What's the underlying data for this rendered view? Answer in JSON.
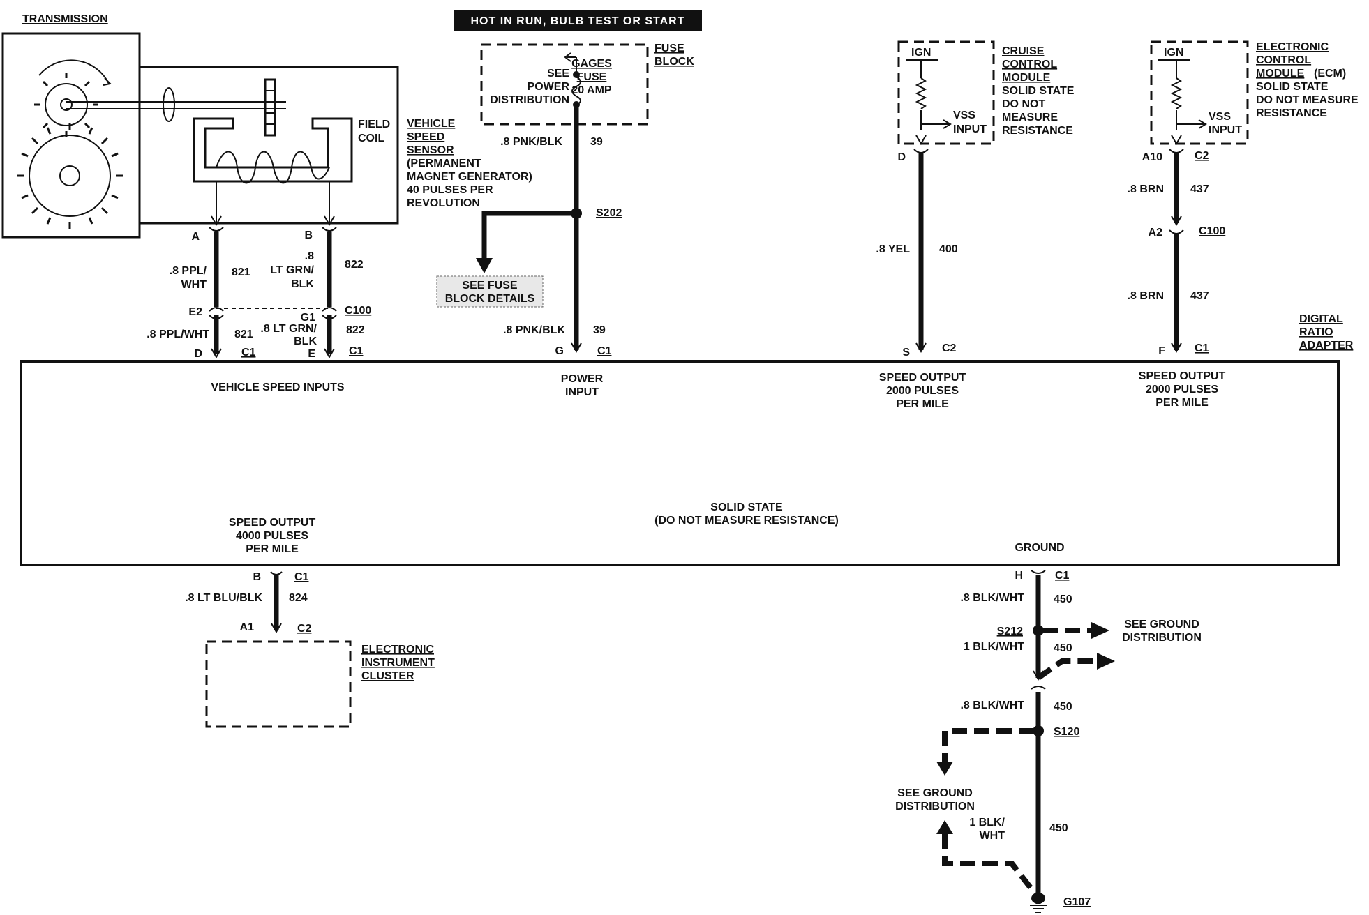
{
  "labels": {
    "transmission": "TRANSMISSION",
    "hot_in_run": "HOT IN RUN, BULB TEST OR START",
    "fuse_block_1": "FUSE",
    "fuse_block_2": "BLOCK",
    "gages_1": "GAGES",
    "gages_2": "FUSE",
    "gages_3": "20 AMP",
    "see_power_1": "SEE",
    "see_power_2": "POWER",
    "see_power_3": "DISTRIBUTION",
    "field_coil_1": "FIELD",
    "field_coil_2": "COIL",
    "vss_1": "VEHICLE",
    "vss_2": "SPEED",
    "vss_3": "SENSOR",
    "vss_4": "(PERMANENT",
    "vss_5": "MAGNET GENERATOR)",
    "vss_6": "40 PULSES PER",
    "vss_7": "REVOLUTION",
    "cruise_1": "CRUISE",
    "cruise_2": "CONTROL",
    "cruise_3": "MODULE",
    "cruise_4": "SOLID STATE",
    "cruise_5": "DO NOT",
    "cruise_6": "MEASURE",
    "cruise_7": "RESISTANCE",
    "ecm_1": "ELECTRONIC",
    "ecm_2": "CONTROL",
    "ecm_3a": "MODULE",
    "ecm_3b": "(ECM)",
    "ecm_4": "SOLID STATE",
    "ecm_5": "DO NOT MEASURE",
    "ecm_6": "RESISTANCE",
    "ign_1": "IGN",
    "ign_2": "IGN",
    "vss_in_1a": "VSS",
    "vss_in_1b": "INPUT",
    "vss_in_2a": "VSS",
    "vss_in_2b": "INPUT",
    "dra_1": "DIGITAL",
    "dra_2": "RATIO",
    "dra_3": "ADAPTER",
    "vsi": "VEHICLE SPEED INPUTS",
    "power_input_1": "POWER",
    "power_input_2": "INPUT",
    "so2000a_1": "SPEED OUTPUT",
    "so2000a_2": "2000 PULSES",
    "so2000a_3": "PER MILE",
    "so2000b_1": "SPEED OUTPUT",
    "so2000b_2": "2000 PULSES",
    "so2000b_3": "PER MILE",
    "so4000_1": "SPEED OUTPUT",
    "so4000_2": "4000 PULSES",
    "so4000_3": "PER MILE",
    "solid_state_1": "SOLID STATE",
    "solid_state_2": "(DO NOT MEASURE RESISTANCE)",
    "ground": "GROUND",
    "see_fuse_1": "SEE FUSE",
    "see_fuse_2": "BLOCK DETAILS",
    "eic_1": "ELECTRONIC",
    "eic_2": "INSTRUMENT",
    "eic_3": "CLUSTER",
    "see_ground_a1": "SEE GROUND",
    "see_ground_a2": "DISTRIBUTION",
    "see_ground_b1": "SEE GROUND",
    "see_ground_b2": "DISTRIBUTION"
  },
  "wires": {
    "w821_color_1": ".8 PPL/",
    "w821_color_2": "WHT",
    "w821_num": "821",
    "w822_color_1": ".8",
    "w822_color_2": "LT GRN/",
    "w822_color_3": "BLK",
    "w822_num": "822",
    "w821b_color": ".8 PPL/WHT",
    "w821b_num": "821",
    "w822b_color_1": ".8 LT GRN/",
    "w822b_color_2": "BLK",
    "w822b_num": "822",
    "w39a_color": ".8 PNK/BLK",
    "w39a_num": "39",
    "w39b_color": ".8 PNK/BLK",
    "w39b_num": "39",
    "w400_color": ".8 YEL",
    "w400_num": "400",
    "w437a_color": ".8 BRN",
    "w437a_num": "437",
    "w437b_color": ".8 BRN",
    "w437b_num": "437",
    "w824_color": ".8 LT BLU/BLK",
    "w824_num": "824",
    "w450a_color": ".8 BLK/WHT",
    "w450a_num": "450",
    "w450b_color": "1 BLK/WHT",
    "w450b_num": "450",
    "w450c_color": ".8 BLK/WHT",
    "w450c_num": "450",
    "w450d_color_1": "1 BLK/",
    "w450d_color_2": "WHT",
    "w450d_num": "450"
  },
  "connectors": {
    "pin_a": "A",
    "pin_b": "B",
    "pin_e2": "E2",
    "pin_g1": "G1",
    "c100": "C100",
    "pin_d": "D",
    "c1_d": "C1",
    "pin_e": "E",
    "c1_e": "C1",
    "pin_g": "G",
    "c1_g": "C1",
    "s202": "S202",
    "pin_cruise_d": "D",
    "pin_s": "S",
    "c2_s": "C2",
    "pin_a10": "A10",
    "c2_a10": "C2",
    "pin_a2": "A2",
    "c100_a2": "C100",
    "pin_f": "F",
    "c1_f": "C1",
    "pin_b_out": "B",
    "c1_b": "C1",
    "pin_a1": "A1",
    "c2_a1": "C2",
    "pin_h": "H",
    "c1_h": "C1",
    "s212": "S212",
    "s120": "S120",
    "g107": "G107"
  }
}
